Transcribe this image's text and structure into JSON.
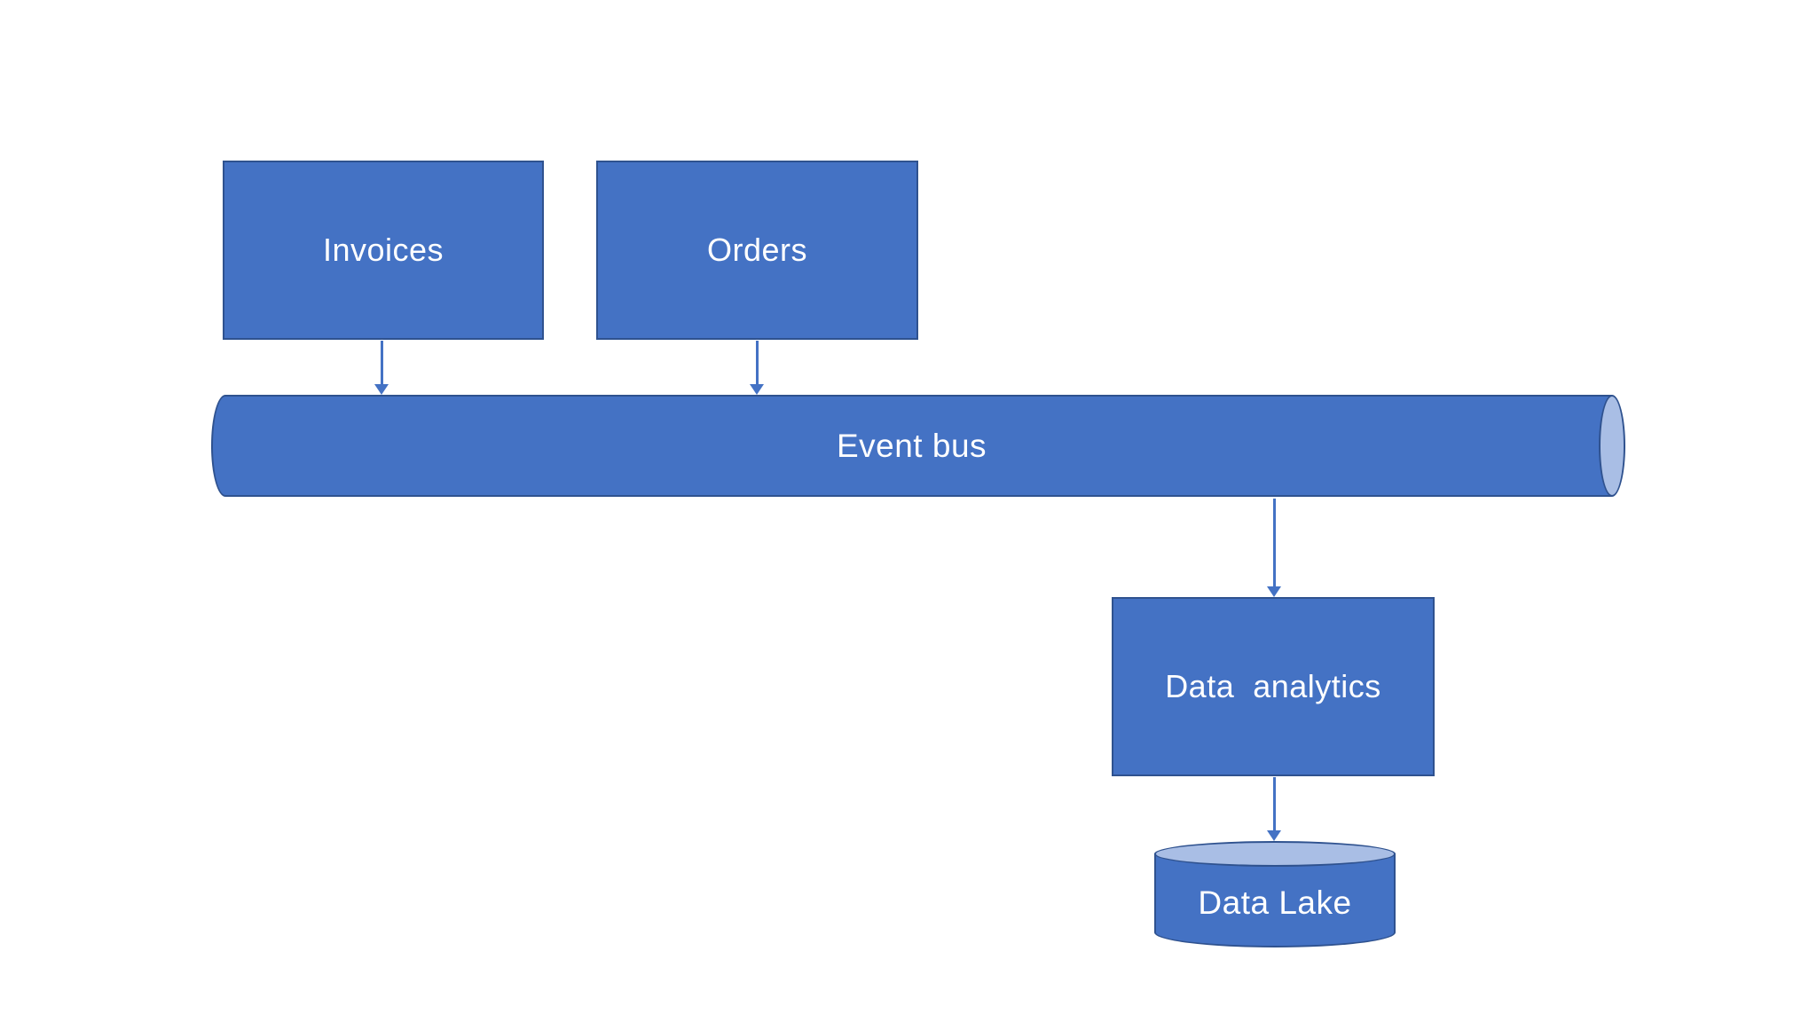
{
  "diagram": {
    "type": "flow-diagram",
    "background": "#ffffff",
    "colors": {
      "shape_fill": "#4472C4",
      "shape_border": "#2F528F",
      "cylinder_cap_fill": "#A9BEE5",
      "arrow": "#4472C4",
      "label_text": "#ffffff"
    },
    "nodes": {
      "invoices": {
        "label": "Invoices",
        "shape": "rectangle"
      },
      "orders": {
        "label": "Orders",
        "shape": "rectangle"
      },
      "event_bus": {
        "label": "Event bus",
        "shape": "horizontal-cylinder"
      },
      "data_analytics": {
        "label": "Data  analytics",
        "shape": "rectangle"
      },
      "data_lake": {
        "label": "Data Lake",
        "shape": "vertical-cylinder"
      }
    },
    "edges": [
      {
        "from": "Invoices",
        "to": "Event bus"
      },
      {
        "from": "Orders",
        "to": "Event bus"
      },
      {
        "from": "Event bus",
        "to": "Data analytics"
      },
      {
        "from": "Data analytics",
        "to": "Data Lake"
      }
    ]
  }
}
